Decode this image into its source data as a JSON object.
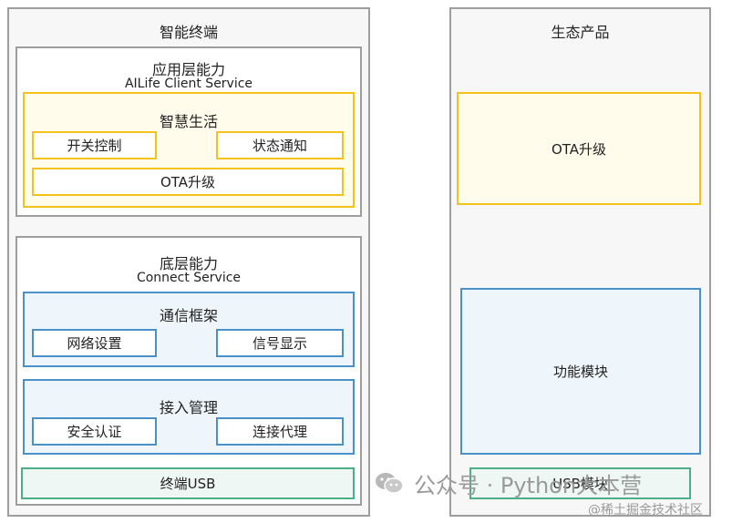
{
  "terminal": {
    "title": "智能终端",
    "app_layer": {
      "title_cn": "应用层能力",
      "title_en": "AILife Client Service",
      "smart_life": {
        "title": "智慧生活",
        "items": [
          "开关控制",
          "状态通知"
        ],
        "ota": "OTA升级"
      }
    },
    "base_layer": {
      "title_cn": "底层能力",
      "title_en": "Connect Service",
      "comm": {
        "title": "通信框架",
        "items": [
          "网络设置",
          "信号显示"
        ]
      },
      "access": {
        "title": "接入管理",
        "items": [
          "安全认证",
          "连接代理"
        ]
      },
      "usb": "终端USB"
    }
  },
  "eco": {
    "title": "生态产品",
    "ota": "OTA升级",
    "function": "功能模块",
    "usb": "USB模块"
  },
  "watermark": {
    "wechat": "公众号 · Python大本营",
    "site": "@稀土掘金技术社区"
  },
  "colors": {
    "yellow": "#f4c21a",
    "blue": "#4a90c9",
    "green": "#4caf87",
    "gray_border": "#9e9e9e"
  }
}
